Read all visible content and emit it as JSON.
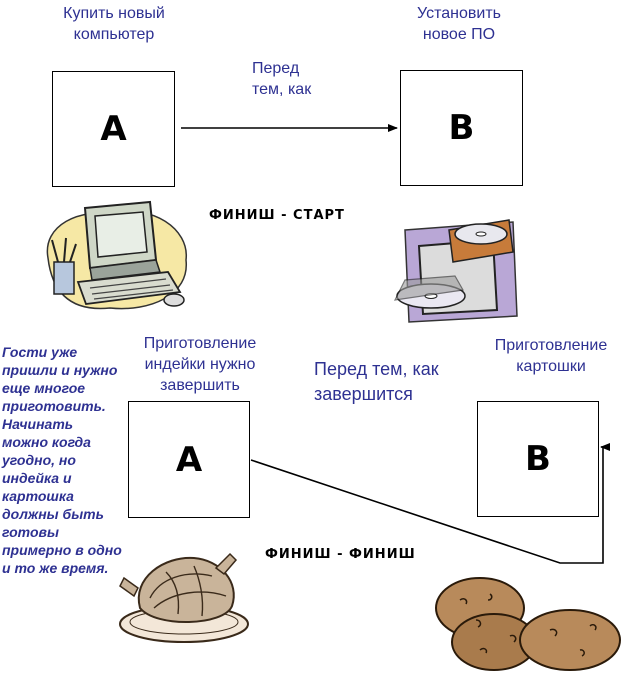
{
  "top": {
    "left_caption": "Купить новый компьютер",
    "right_caption": "Установить новое ПО",
    "arrow_caption": "Перед тем, как",
    "box_a": "A",
    "box_b": "B",
    "relation_title": "ФИНИШ - СТАРТ"
  },
  "bottom": {
    "left_caption": "Приготовление индейки нужно завершить",
    "right_caption": "Приготовление картошки",
    "middle_caption": "Перед тем, как завершится",
    "box_a": "A",
    "box_b": "B",
    "relation_title": "ФИНИШ - ФИНИШ"
  },
  "side_note": "Гости уже пришли и нужно еще многое приготовить. Начинать можно когда угодно, но индейка и картошка должны быть готовы примерно в одно и то же время.",
  "colors": {
    "caption_text": "#2e3192",
    "box_border": "#000000",
    "title_text": "#000000"
  },
  "icons": [
    "computer-clipart",
    "cd-drive-clipart",
    "turkey-clipart",
    "potatoes-clipart"
  ]
}
